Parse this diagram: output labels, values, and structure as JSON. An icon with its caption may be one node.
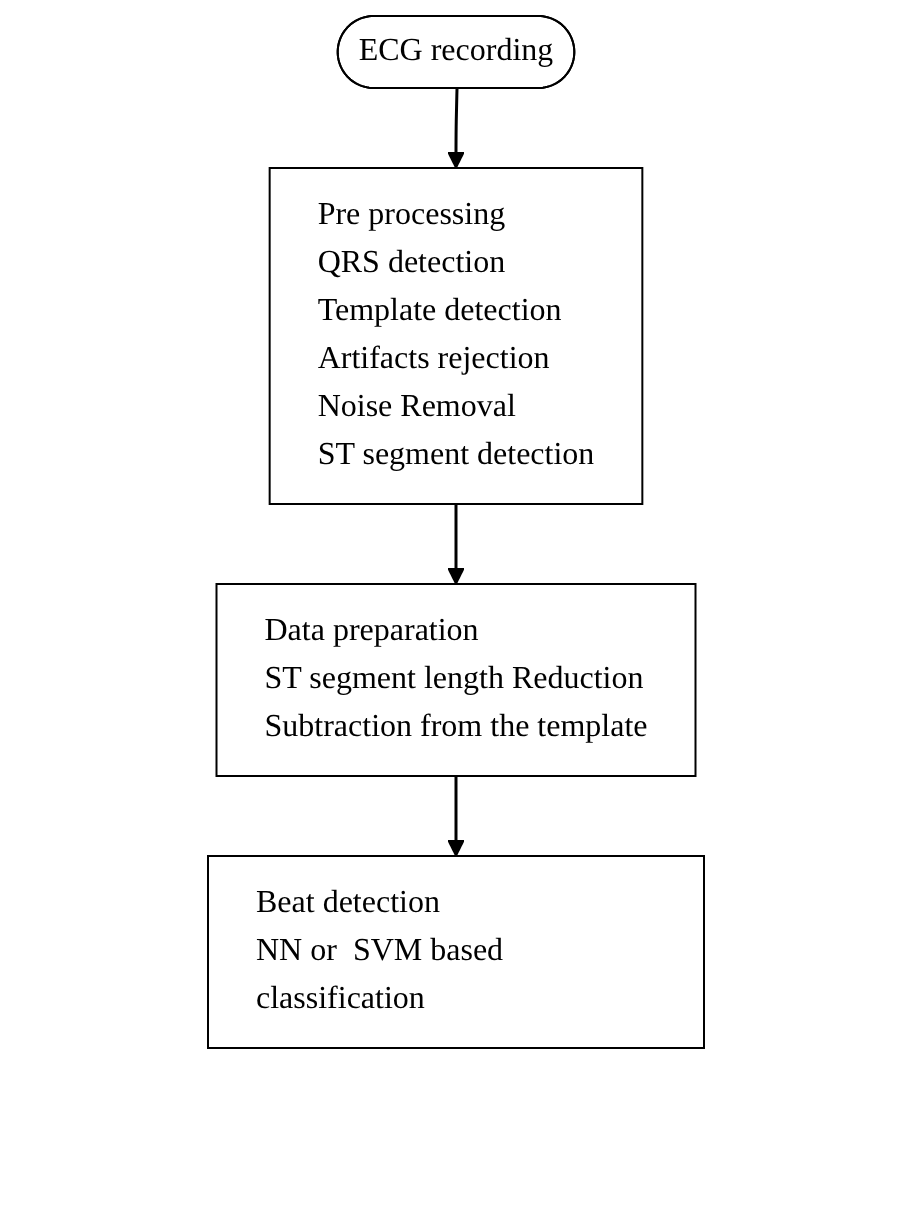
{
  "diagram": {
    "nodes": [
      {
        "text": [
          "ECG recording"
        ]
      },
      {
        "text": [
          "Pre processing",
          "QRS detection",
          "Template detection",
          "Artifacts rejection",
          "Noise Removal",
          "ST segment detection"
        ]
      },
      {
        "text": [
          "Data preparation",
          "ST segment length Reduction",
          "Subtraction from the template"
        ]
      },
      {
        "text": [
          "Beat detection",
          "NN or  SVM based classification"
        ]
      }
    ],
    "edges": [
      {
        "from": 0,
        "to": 1,
        "arrow": "to"
      },
      {
        "from": 1,
        "to": 2,
        "arrow": "to"
      },
      {
        "from": 2,
        "to": 3,
        "arrow": "to"
      }
    ]
  }
}
